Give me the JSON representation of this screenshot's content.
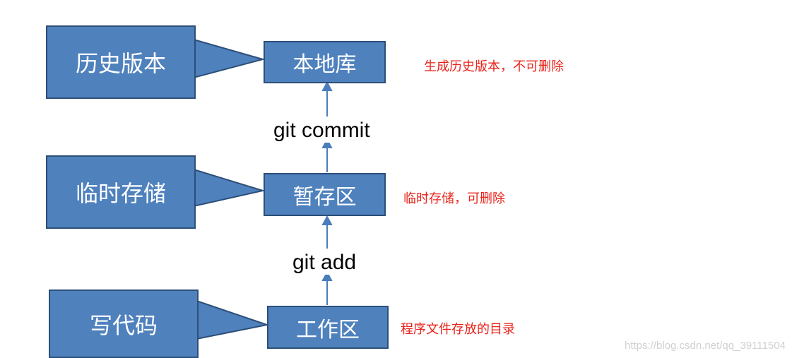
{
  "callouts": [
    {
      "id": "history",
      "label": "历史版本"
    },
    {
      "id": "temp",
      "label": "临时存储"
    },
    {
      "id": "write",
      "label": "写代码"
    }
  ],
  "stages": [
    {
      "id": "local-repo",
      "label": "本地库"
    },
    {
      "id": "staging",
      "label": "暂存区"
    },
    {
      "id": "workspace",
      "label": "工作区"
    }
  ],
  "commands": {
    "commit": "git commit",
    "add": "git add"
  },
  "notes": {
    "local_repo": "生成历史版本，不可删除",
    "staging": "临时存储，可删除",
    "workspace": "程序文件存放的目录"
  },
  "watermark": "https://blog.csdn.net/qq_39111504",
  "colors": {
    "box_fill": "#4f81bd",
    "box_border": "#2d4f78",
    "arrow": "#4a7ebb",
    "note_text": "#e8231b"
  }
}
